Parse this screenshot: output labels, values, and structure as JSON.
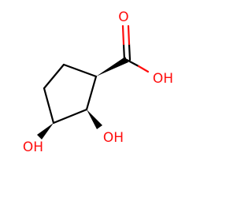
{
  "molecule": {
    "atoms": {
      "oh_carboxyl": "OH",
      "o_carbonyl": "O",
      "oh_c2": "OH",
      "oh_c3": "OH"
    },
    "colors": {
      "bond": "#000000",
      "heteroatom_oxygen": "#ff0d0d"
    }
  }
}
